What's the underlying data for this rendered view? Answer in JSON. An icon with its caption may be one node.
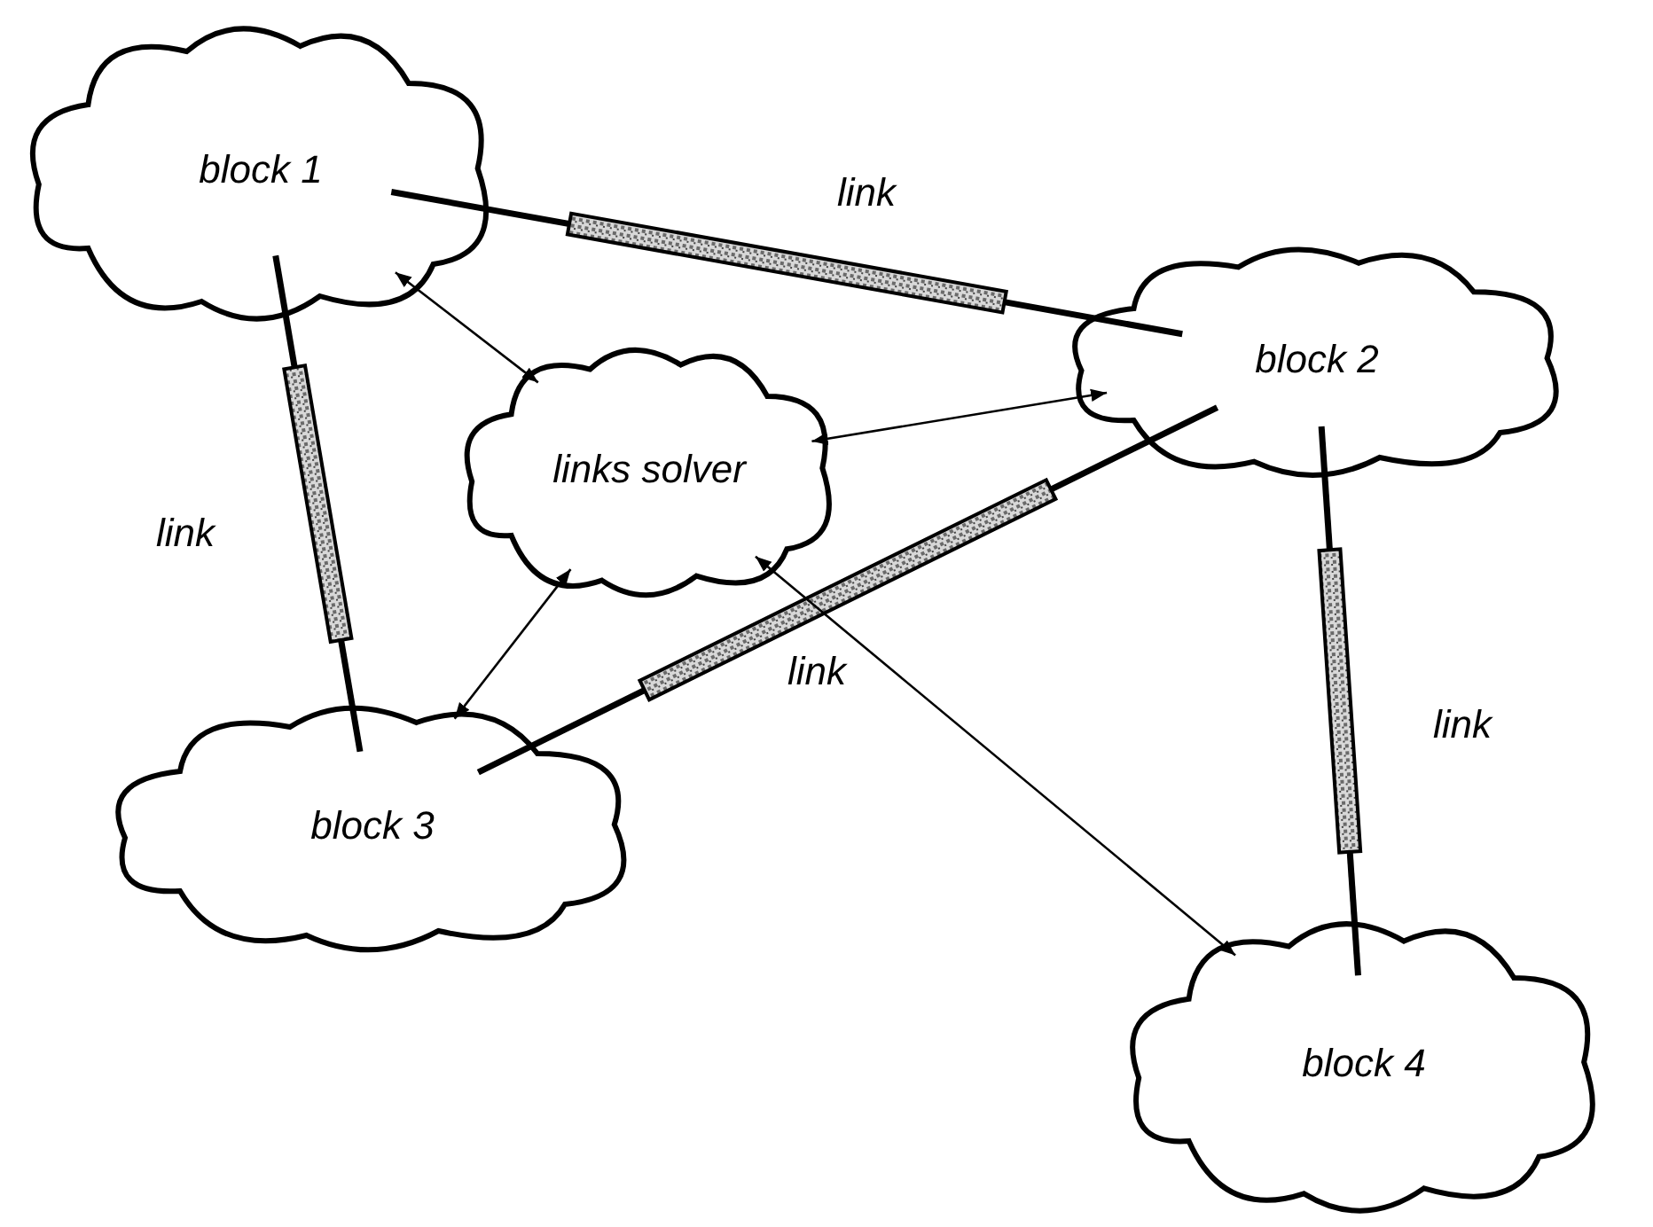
{
  "diagram": {
    "nodes": [
      {
        "text": [
          "block 1"
        ]
      },
      {
        "text": [
          "block 2"
        ]
      },
      {
        "text": [
          "links solver"
        ]
      },
      {
        "text": [
          "block 3"
        ]
      },
      {
        "text": [
          "block 4"
        ]
      }
    ],
    "edges": [
      {
        "from": 0,
        "to": 1,
        "arrow": "none",
        "style": "thick",
        "label": "link"
      },
      {
        "from": 0,
        "to": 3,
        "arrow": "none",
        "style": "thick",
        "label": "link"
      },
      {
        "from": 3,
        "to": 1,
        "arrow": "none",
        "style": "thick",
        "label": "link"
      },
      {
        "from": 1,
        "to": 4,
        "arrow": "none",
        "style": "thick",
        "label": "link"
      },
      {
        "from": 2,
        "to": 0,
        "arrow": "both"
      },
      {
        "from": 2,
        "to": 1,
        "arrow": "both"
      },
      {
        "from": 2,
        "to": 3,
        "arrow": "both"
      },
      {
        "from": 2,
        "to": 4,
        "arrow": "both"
      }
    ]
  }
}
